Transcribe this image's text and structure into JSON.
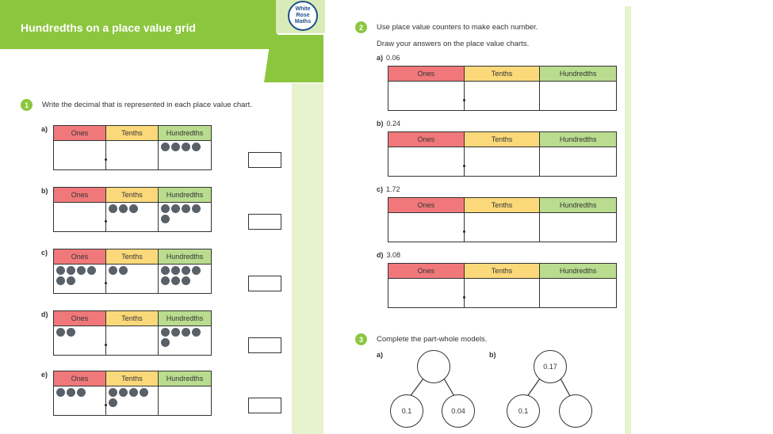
{
  "left": {
    "title": "Hundredths on a place value grid",
    "logo": [
      "White",
      "Rose",
      "Maths"
    ],
    "q1": {
      "num": "1",
      "text": "Write the decimal that is represented in each place value chart.",
      "parts": [
        {
          "label": "a)",
          "ones": 0,
          "tenths": 0,
          "hundredths": 4
        },
        {
          "label": "b)",
          "ones": 0,
          "tenths": 3,
          "hundredths": 5
        },
        {
          "label": "c)",
          "ones": 6,
          "tenths": 2,
          "hundredths": 7
        },
        {
          "label": "d)",
          "ones": 2,
          "tenths": 0,
          "hundredths": 5
        },
        {
          "label": "e)",
          "ones": 3,
          "tenths": 5,
          "hundredths": 0
        }
      ]
    }
  },
  "headers": {
    "ones": "Ones",
    "tenths": "Tenths",
    "hundredths": "Hundredths"
  },
  "right": {
    "q2": {
      "num": "2",
      "text1": "Use place value counters to make each number.",
      "text2": "Draw your answers on the place value charts.",
      "parts": [
        {
          "label": "a)",
          "value": "0.06"
        },
        {
          "label": "b)",
          "value": "0.24"
        },
        {
          "label": "c)",
          "value": "1.72"
        },
        {
          "label": "d)",
          "value": "3.08"
        }
      ]
    },
    "q3": {
      "num": "3",
      "text": "Complete the part-whole models.",
      "a": {
        "label": "a)",
        "whole": "",
        "part1": "0.1",
        "part2": "0.04"
      },
      "b": {
        "label": "b)",
        "whole": "0.17",
        "part1": "0.1",
        "part2": ""
      }
    }
  }
}
